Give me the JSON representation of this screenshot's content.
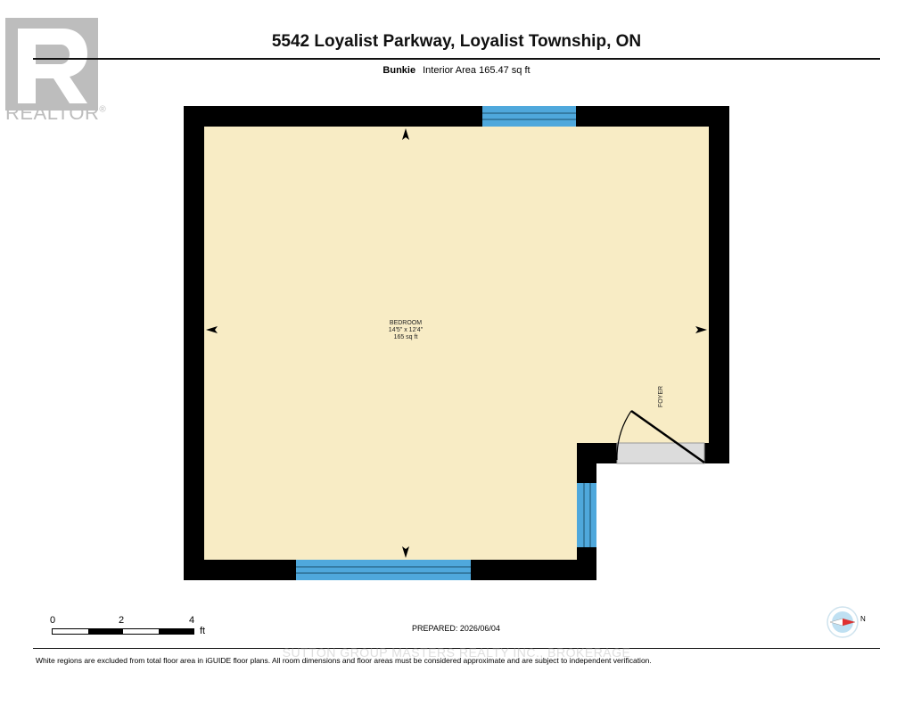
{
  "header": {
    "title": "5542 Loyalist Parkway, Loyalist Township, ON",
    "building_label": "Bunkie",
    "interior_area": "Interior Area 165.47 sq ft"
  },
  "logo": {
    "word": "REALTOR",
    "registered_mark": "®",
    "color": "#bdbdbd"
  },
  "floorplan": {
    "rooms": [
      {
        "name": "BEDROOM",
        "dimensions": "14'5\" x 12'4\"",
        "area": "165 sq ft"
      },
      {
        "name": "FOYER"
      }
    ],
    "colors": {
      "wall": "#000000",
      "floor": "#f8ecc5",
      "window": "#4fa8dc",
      "threshold": "#dcdcdc"
    }
  },
  "scale": {
    "ticks": [
      "0",
      "2",
      "4"
    ],
    "unit": "ft"
  },
  "prepared": "PREPARED: 2026/06/04",
  "compass": {
    "label": "N",
    "icon": "compass-icon"
  },
  "watermark": "SUTTON GROUP MASTERS REALTY INC., BROKERAGE",
  "disclaimer": "White regions are excluded from total floor area in iGUIDE floor plans. All room dimensions and floor areas must be considered approximate and are subject to independent verification."
}
